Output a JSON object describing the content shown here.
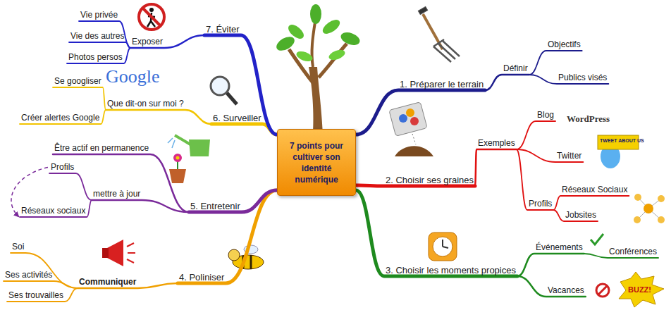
{
  "diagram": {
    "nodes": [
      {
        "text": [
          "7 points pour cultiver son identité numérique"
        ]
      },
      {
        "text": [
          "1. Préparer le terrain"
        ]
      },
      {
        "text": [
          "Définir"
        ]
      },
      {
        "text": [
          "Objectifs"
        ]
      },
      {
        "text": [
          "Publics visés"
        ]
      },
      {
        "text": [
          "2. Choisir ses graines"
        ]
      },
      {
        "text": [
          "Exemples"
        ]
      },
      {
        "text": [
          "Blog"
        ]
      },
      {
        "text": [
          "Twitter"
        ]
      },
      {
        "text": [
          "Profils"
        ]
      },
      {
        "text": [
          "Réseaux Sociaux"
        ]
      },
      {
        "text": [
          "Jobsites"
        ]
      },
      {
        "text": [
          "3. Choisir les moments propices"
        ]
      },
      {
        "text": [
          "Événements"
        ]
      },
      {
        "text": [
          "Conférences"
        ]
      },
      {
        "text": [
          "Vacances"
        ]
      },
      {
        "text": [
          "4. Poliniser"
        ]
      },
      {
        "text": [
          "Communiquer"
        ]
      },
      {
        "text": [
          "Soi"
        ]
      },
      {
        "text": [
          "Ses activités"
        ]
      },
      {
        "text": [
          "Ses trouvailles"
        ]
      },
      {
        "text": [
          "5. Entretenir"
        ]
      },
      {
        "text": [
          "Être actif en permanence"
        ]
      },
      {
        "text": [
          "mettre à jour"
        ]
      },
      {
        "text": [
          "Profils"
        ]
      },
      {
        "text": [
          "Réseaux sociaux"
        ]
      },
      {
        "text": [
          "6. Surveiller"
        ]
      },
      {
        "text": [
          "Que dit-on sur moi ?"
        ]
      },
      {
        "text": [
          "Se googliser"
        ]
      },
      {
        "text": [
          "Créer alertes Google"
        ]
      },
      {
        "text": [
          "7. Éviter"
        ]
      },
      {
        "text": [
          "Exposer"
        ]
      },
      {
        "text": [
          "Vie privée"
        ]
      },
      {
        "text": [
          "Vie des autres"
        ]
      },
      {
        "text": [
          "Photos persos"
        ]
      }
    ],
    "edges": [
      {
        "from": 0,
        "to": 1,
        "arrow": "none"
      },
      {
        "from": 1,
        "to": 2,
        "arrow": "none"
      },
      {
        "from": 2,
        "to": 3,
        "arrow": "none"
      },
      {
        "from": 2,
        "to": 4,
        "arrow": "none"
      },
      {
        "from": 0,
        "to": 5,
        "arrow": "none"
      },
      {
        "from": 5,
        "to": 6,
        "arrow": "none"
      },
      {
        "from": 6,
        "to": 7,
        "arrow": "none"
      },
      {
        "from": 6,
        "to": 8,
        "arrow": "none"
      },
      {
        "from": 6,
        "to": 9,
        "arrow": "none"
      },
      {
        "from": 9,
        "to": 10,
        "arrow": "none"
      },
      {
        "from": 9,
        "to": 11,
        "arrow": "none"
      },
      {
        "from": 0,
        "to": 12,
        "arrow": "none"
      },
      {
        "from": 12,
        "to": 13,
        "arrow": "none"
      },
      {
        "from": 13,
        "to": 14,
        "arrow": "none"
      },
      {
        "from": 12,
        "to": 15,
        "arrow": "none"
      },
      {
        "from": 0,
        "to": 16,
        "arrow": "none"
      },
      {
        "from": 16,
        "to": 17,
        "arrow": "none"
      },
      {
        "from": 17,
        "to": 18,
        "arrow": "none"
      },
      {
        "from": 17,
        "to": 19,
        "arrow": "none"
      },
      {
        "from": 17,
        "to": 20,
        "arrow": "none"
      },
      {
        "from": 0,
        "to": 21,
        "arrow": "none"
      },
      {
        "from": 21,
        "to": 22,
        "arrow": "none"
      },
      {
        "from": 21,
        "to": 23,
        "arrow": "none"
      },
      {
        "from": 23,
        "to": 24,
        "arrow": "none"
      },
      {
        "from": 23,
        "to": 25,
        "arrow": "none"
      },
      {
        "from": 24,
        "to": 25,
        "arrow": "to"
      },
      {
        "from": 0,
        "to": 26,
        "arrow": "none"
      },
      {
        "from": 26,
        "to": 27,
        "arrow": "none"
      },
      {
        "from": 27,
        "to": 28,
        "arrow": "none"
      },
      {
        "from": 27,
        "to": 29,
        "arrow": "none"
      },
      {
        "from": 0,
        "to": 30,
        "arrow": "none"
      },
      {
        "from": 30,
        "to": 31,
        "arrow": "none"
      },
      {
        "from": 31,
        "to": 32,
        "arrow": "none"
      },
      {
        "from": 31,
        "to": 33,
        "arrow": "none"
      },
      {
        "from": 31,
        "to": 34,
        "arrow": "none"
      }
    ],
    "labels": [
      "Google",
      "WordPress",
      "TWEET ABOUT US",
      "BUZZ!"
    ]
  }
}
